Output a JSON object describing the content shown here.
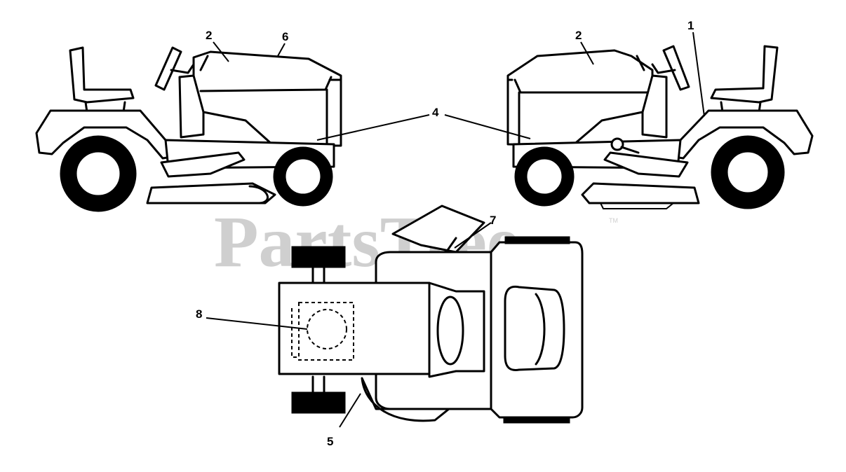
{
  "watermark": {
    "text": "PartsTree",
    "trademark": "TM"
  },
  "callouts": [
    {
      "id": "label-1",
      "text": "1"
    },
    {
      "id": "label-2a",
      "text": "2"
    },
    {
      "id": "label-2b",
      "text": "2"
    },
    {
      "id": "label-4",
      "text": "4"
    },
    {
      "id": "label-5",
      "text": "5"
    },
    {
      "id": "label-6",
      "text": "6"
    },
    {
      "id": "label-7",
      "text": "7"
    },
    {
      "id": "label-8",
      "text": "8"
    }
  ]
}
